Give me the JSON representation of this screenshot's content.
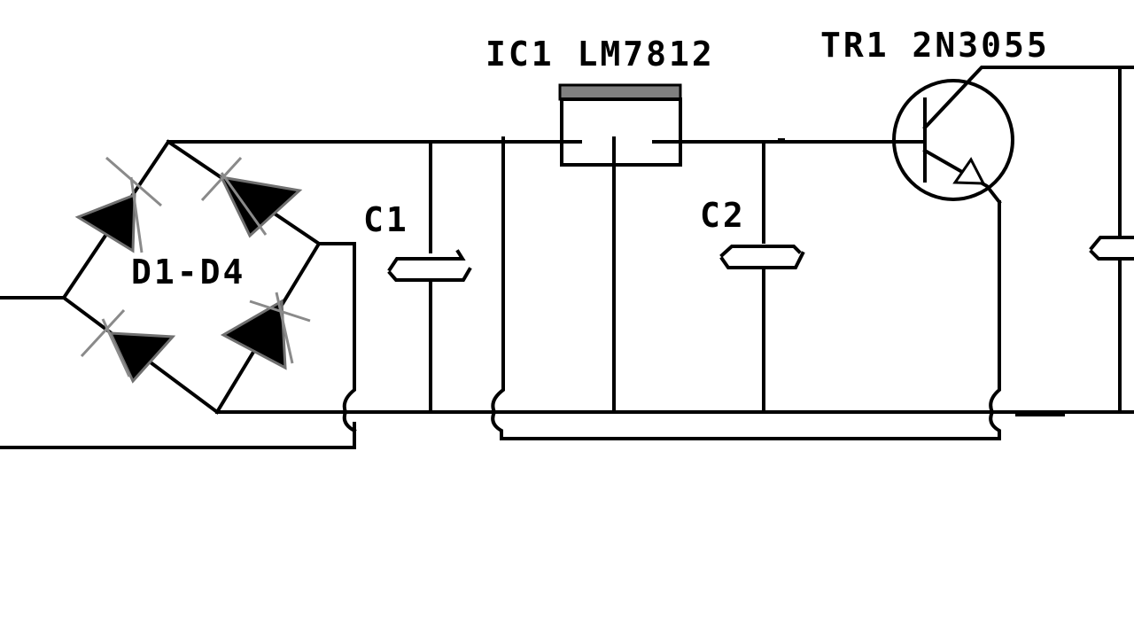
{
  "schematic": {
    "labels": {
      "ic1": "IC1 LM7812",
      "tr1": "TR1 2N3055",
      "diodes": "D1-D4",
      "c1": "C1",
      "c2": "C2"
    },
    "colors": {
      "wire": "#000000",
      "regulator_tab": "#808080",
      "diode_outline": "#707070",
      "background": "#ffffff"
    }
  }
}
